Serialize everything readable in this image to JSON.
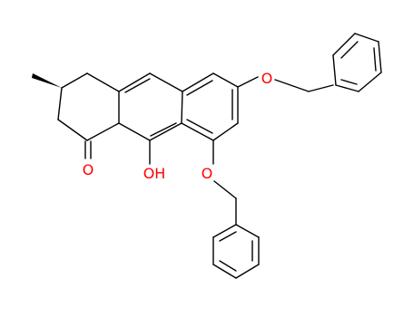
{
  "molecule": {
    "atom_labels": [
      {
        "id": "o-carbonyl",
        "text": "O",
        "element": "O"
      },
      {
        "id": "oh-hydroxyl",
        "text": "OH",
        "element": "O"
      },
      {
        "id": "o-ether-upper",
        "text": "O",
        "element": "O"
      },
      {
        "id": "o-ether-lower",
        "text": "O",
        "element": "O"
      }
    ],
    "colors": {
      "bond": "#000000",
      "oxygen": "#ff0000",
      "background": "#ffffff"
    },
    "stereo": {
      "methyl_center": "wedge-bond"
    }
  }
}
